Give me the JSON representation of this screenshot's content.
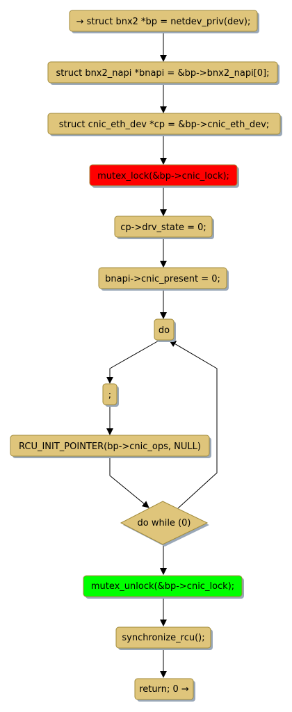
{
  "colors": {
    "node_fill": "#dfc57b",
    "node_border": "#a08a3a",
    "shadow": "#9aa8b8",
    "lock_fill": "#ff0000",
    "unlock_fill": "#00ff00",
    "edge": "#000000"
  },
  "nodes": {
    "start": "→ struct bnx2 *bp = netdev_priv(dev);",
    "bnapi_decl": "struct bnx2_napi *bnapi = &bp->bnx2_napi[0];",
    "cp_decl": "struct cnic_eth_dev *cp = &bp->cnic_eth_dev;",
    "mutex_lock": "mutex_lock(&bp->cnic_lock);",
    "drv_state": "cp->drv_state = 0;",
    "cnic_present": "bnapi->cnic_present = 0;",
    "do": "do",
    "semicolon": ";",
    "rcu_init": "RCU_INIT_POINTER(bp->cnic_ops, NULL)",
    "do_while": "do while (0)",
    "mutex_unlock": "mutex_unlock(&bp->cnic_lock);",
    "sync_rcu": "synchronize_rcu();",
    "return": "return; 0 →"
  }
}
